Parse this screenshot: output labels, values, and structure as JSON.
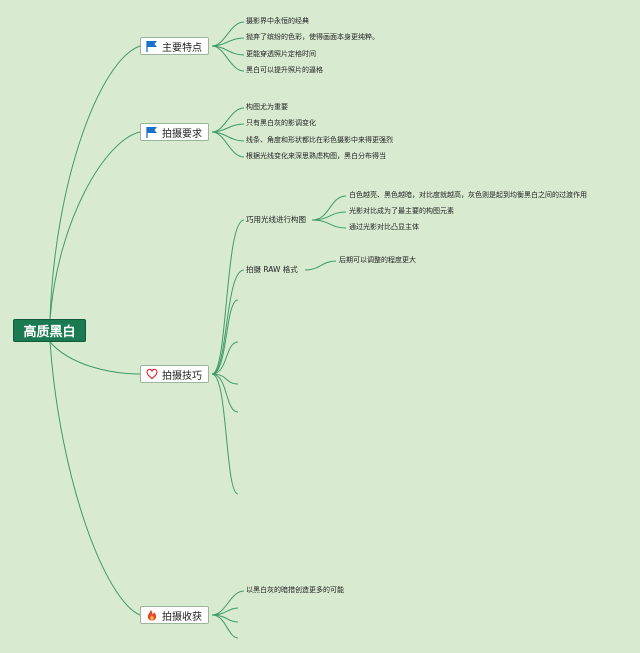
{
  "root": {
    "label": "高质黑白"
  },
  "branches": [
    {
      "label": "主要特点",
      "icon": "blue-flag-icon",
      "leaves": [
        "摄影界中永恒的经典",
        "抛弃了缤纷的色彩，使得画面本身更纯粹。",
        "更能穿透照片定格时间",
        "黑白可以提升照片的逼格"
      ]
    },
    {
      "label": "拍摄要求",
      "icon": "blue-flag-icon",
      "leaves": [
        "构图尤为重要",
        "只有黑白灰的影调变化",
        "线条、角度和形状都比在彩色摄影中来得更强烈",
        "根据光线变化来深思熟虑构图，黑白分布得当"
      ]
    },
    {
      "label": "拍摄技巧",
      "icon": "heart-outline-icon",
      "subs": [
        {
          "label": "巧用光线进行构图",
          "leaves": [
            "白色越亮、黑色越暗，对比度就越高，灰色则是起到均衡黑白之间的过渡作用",
            "光影对比成为了最主要的构图元素",
            "通过光影对比凸显主体"
          ]
        },
        {
          "label": "拍摄 RAW 格式",
          "leaves": [
            "后期可以调整的程度更大"
          ]
        }
      ]
    },
    {
      "label": "拍摄收获",
      "icon": "flame-icon",
      "leaves": [
        "以黑白灰的暗措创造更多的可能"
      ]
    }
  ],
  "colors": {
    "background": "#d8ebd0",
    "connector": "#3f9a6a",
    "root_fill": "#1c7a52",
    "flag": "#1a73c9",
    "heart": "#d0303a",
    "flame": "#e0482a"
  }
}
